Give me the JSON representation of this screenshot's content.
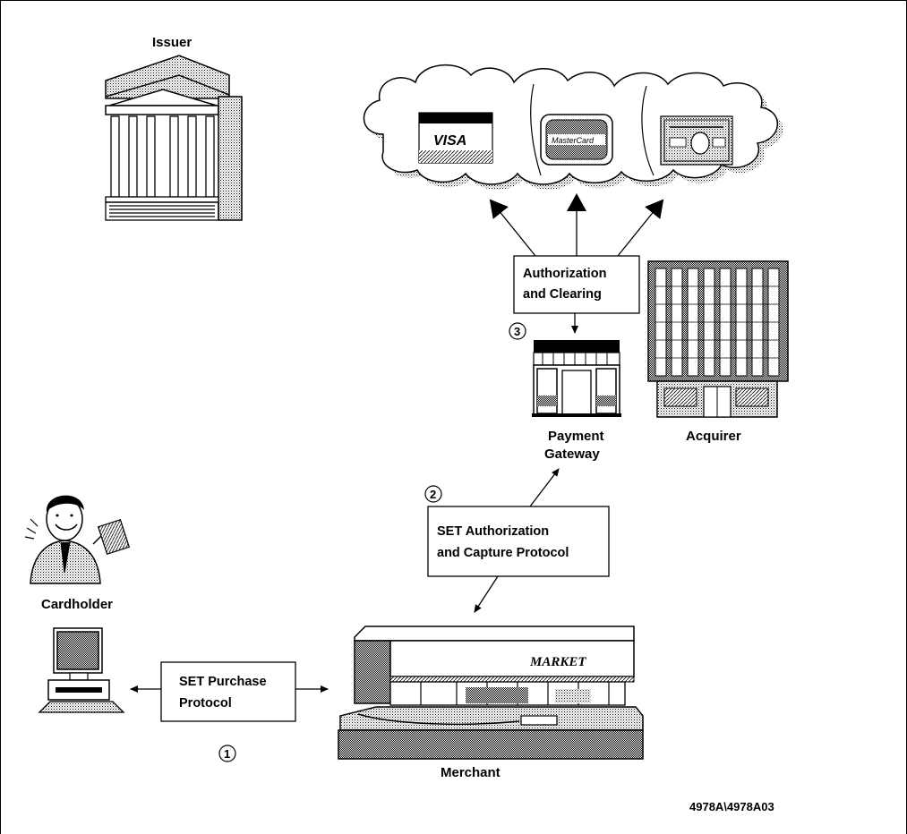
{
  "labels": {
    "issuer": "Issuer",
    "acquirer": "Acquirer",
    "payment_gateway_line1": "Payment",
    "payment_gateway_line2": "Gateway",
    "cardholder": "Cardholder",
    "merchant": "Merchant",
    "figure_id": "4978A\\4978A03"
  },
  "boxes": {
    "auth_clearing": {
      "line1": "Authorization",
      "line2": "and Clearing"
    },
    "set_auth_capture": {
      "line1": "SET Authorization",
      "line2": "and Capture Protocol"
    },
    "set_purchase": {
      "line1": "SET Purchase",
      "line2": "Protocol"
    }
  },
  "steps": {
    "one": "1",
    "two": "2",
    "three": "3"
  },
  "card_brands": {
    "visa": "VISA",
    "mastercard": "MasterCard"
  },
  "store_sign": "MARKET"
}
